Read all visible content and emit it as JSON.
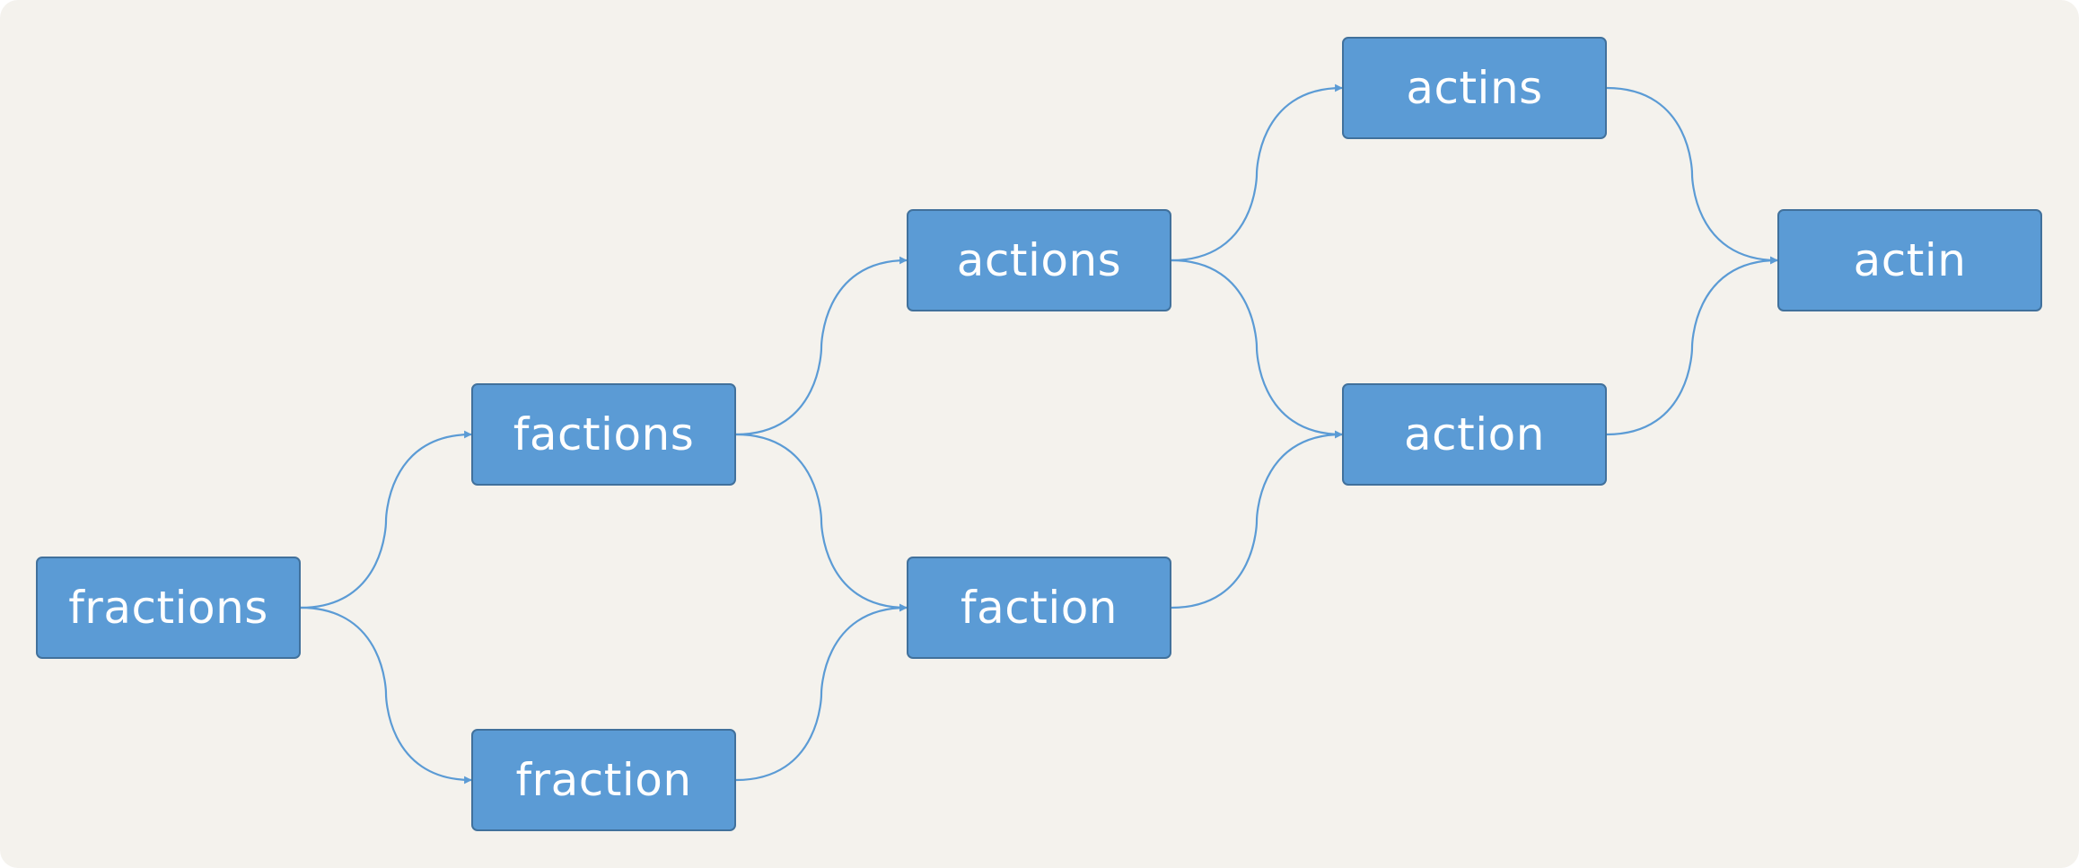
{
  "diagram": {
    "nodes": [
      {
        "id": "n1",
        "label": "fractions"
      },
      {
        "id": "n2",
        "label": "factions"
      },
      {
        "id": "n3",
        "label": "fraction"
      },
      {
        "id": "n4",
        "label": "actions"
      },
      {
        "id": "n5",
        "label": "faction"
      },
      {
        "id": "n6",
        "label": "actins"
      },
      {
        "id": "n7",
        "label": "action"
      },
      {
        "id": "n8",
        "label": "actin"
      }
    ],
    "edges": [
      {
        "from": "n1",
        "to": "n2"
      },
      {
        "from": "n1",
        "to": "n3"
      },
      {
        "from": "n2",
        "to": "n4"
      },
      {
        "from": "n2",
        "to": "n5"
      },
      {
        "from": "n3",
        "to": "n5"
      },
      {
        "from": "n4",
        "to": "n6"
      },
      {
        "from": "n4",
        "to": "n7"
      },
      {
        "from": "n5",
        "to": "n7"
      },
      {
        "from": "n6",
        "to": "n8"
      },
      {
        "from": "n7",
        "to": "n8"
      }
    ],
    "colors": {
      "background": "#f4f2ed",
      "node_fill": "#5b9bd5",
      "node_border": "#41719c",
      "edge": "#5b9bd5",
      "text": "#ffffff"
    }
  }
}
